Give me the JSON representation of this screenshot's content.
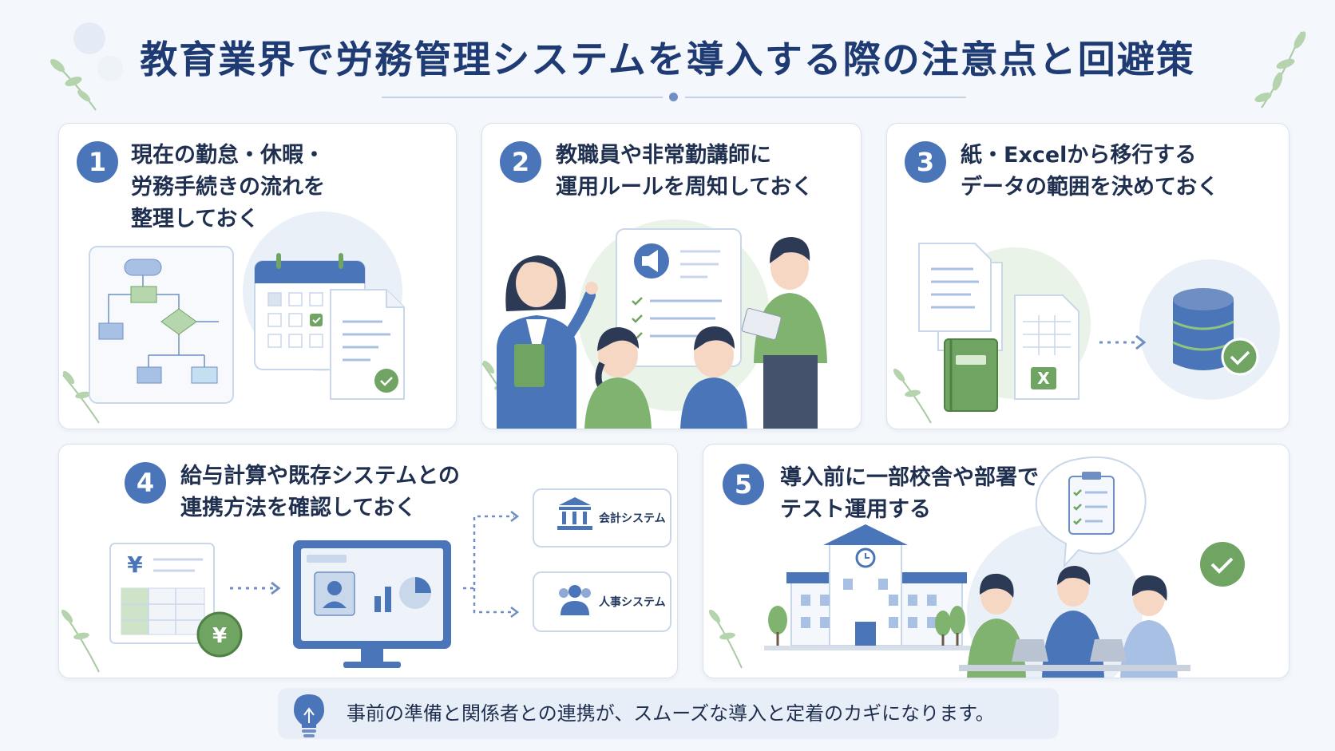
{
  "title": "教育業界で労務管理システムを導入する際の注意点と回避策",
  "colors": {
    "primary": "#4a76b9",
    "green": "#6fa462",
    "light_blue": "#dde8f5",
    "light_green": "#e6f1e2"
  },
  "steps": [
    {
      "number": "1",
      "lines": [
        "現在の勤怠・休暇・",
        "労務手続きの流れを",
        "整理しておく"
      ],
      "icons": [
        "flowchart-icon",
        "calendar-icon",
        "checked-document-icon"
      ]
    },
    {
      "number": "2",
      "lines": [
        "教職員や非常勤講師に",
        "運用ルールを周知しておく"
      ],
      "icons": [
        "announcement-board-icon",
        "teacher-icon",
        "staff-icon",
        "listener-icon"
      ]
    },
    {
      "number": "3",
      "lines": [
        "紙・Excelから移行する",
        "データの範囲を決めておく"
      ],
      "icons": [
        "paper-documents-icon",
        "binder-icon",
        "excel-sheet-icon",
        "database-icon"
      ]
    },
    {
      "number": "4",
      "lines": [
        "給与計算や既存システムとの",
        "連携方法を確認しておく"
      ],
      "icons": [
        "payroll-sheet-icon",
        "yen-coin-icon",
        "monitor-dashboard-icon",
        "bank-icon",
        "people-icon"
      ]
    },
    {
      "number": "5",
      "lines": [
        "導入前に一部校舎や部署で",
        "テスト運用する"
      ],
      "icons": [
        "school-building-icon",
        "checklist-bubble-icon",
        "team-laptops-icon",
        "check-icon"
      ]
    }
  ],
  "connections": {
    "accounting": "会計システム",
    "hr": "人事システム"
  },
  "footer": {
    "text": "事前の準備と関係者との連携が、スムーズな導入と定着のカギになります。",
    "icon": "lightbulb-icon"
  }
}
